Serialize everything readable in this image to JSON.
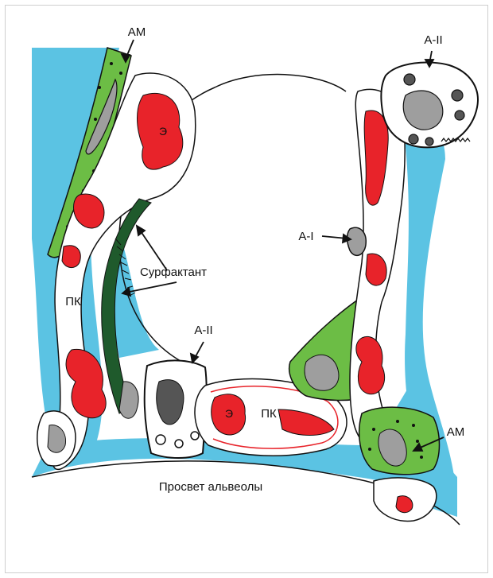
{
  "labels": {
    "am_top": "АМ",
    "a2_top": "A-II",
    "e_top": "Э",
    "a1": "A-I",
    "surfactant": "Сурфактант",
    "pk_left": "ПК",
    "a2_mid": "A-II",
    "e_bottom": "Э",
    "pk_bottom": "ПК",
    "am_right": "АМ",
    "lumen": "Просвет альвеолы"
  },
  "colors": {
    "alveolar_space": "#5bc3e3",
    "macrophage": "#6cbd45",
    "dark_tissue": "#1f5a2c",
    "erythrocyte": "#e8232a",
    "nucleus": "#9e9e9e",
    "outline": "#111111"
  }
}
